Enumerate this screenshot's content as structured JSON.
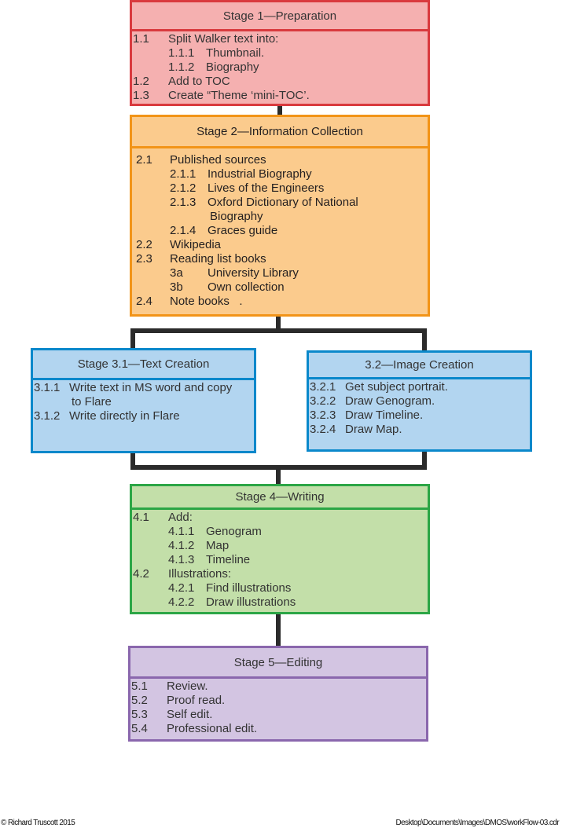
{
  "stages": {
    "s1": {
      "title": "Stage 1—Preparation",
      "color": "#d93a3e",
      "fill": "#f5b0b0",
      "items": [
        {
          "num": "1.1",
          "text": "Split Walker text into:"
        },
        {
          "num": "1.1.1",
          "text": "Thumbnail."
        },
        {
          "num": "1.1.2",
          "text": "Biography"
        },
        {
          "num": "1.2",
          "text": "Add to TOC"
        },
        {
          "num": "1.3",
          "text": "Create “Theme ‘mini-TOC’."
        }
      ]
    },
    "s2": {
      "title": "Stage 2—Information Collection",
      "color": "#f29418",
      "fill": "#fbcb8d",
      "items": [
        {
          "num": "2.1",
          "text": "Published sources"
        },
        {
          "num": "2.1.1",
          "text": "Industrial Biography"
        },
        {
          "num": "2.1.2",
          "text": "Lives of the Engineers"
        },
        {
          "num": "2.1.3",
          "text": "Oxford Dictionary of National",
          "cont": "Biography"
        },
        {
          "num": "2.1.4",
          "text": "Graces guide"
        },
        {
          "num": "2.2",
          "text": "Wikipedia"
        },
        {
          "num": "2.3",
          "text": "Reading list books"
        },
        {
          "num": "3a",
          "text": "University Library"
        },
        {
          "num": "3b",
          "text": "Own collection"
        },
        {
          "num": "2.4",
          "text": "Note books   ."
        }
      ]
    },
    "s31": {
      "title": "Stage 3.1—Text Creation",
      "color": "#0a88cb",
      "fill": "#b2d5f0",
      "items": [
        {
          "num": "3.1.1",
          "text": "Write text in MS word and copy",
          "cont": "to Flare"
        },
        {
          "num": "3.1.2",
          "text": "Write directly in Flare"
        }
      ]
    },
    "s32": {
      "title": "3.2—Image Creation",
      "color": "#0a88cb",
      "fill": "#b2d5f0",
      "items": [
        {
          "num": "3.2.1",
          "text": "Get subject portrait."
        },
        {
          "num": "3.2.2",
          "text": "Draw Genogram."
        },
        {
          "num": "3.2.3",
          "text": "Draw Timeline."
        },
        {
          "num": "3.2.4",
          "text": "Draw Map."
        }
      ]
    },
    "s4": {
      "title": "Stage 4—Writing",
      "color": "#2ca646",
      "fill": "#c3dfa9",
      "items": [
        {
          "num": "4.1",
          "text": "Add:"
        },
        {
          "num": "4.1.1",
          "text": "Genogram"
        },
        {
          "num": "4.1.2",
          "text": "Map"
        },
        {
          "num": "4.1.3",
          "text": "Timeline"
        },
        {
          "num": "4.2",
          "text": "Illustrations:"
        },
        {
          "num": "4.2.1",
          "text": "Find illustrations"
        },
        {
          "num": "4.2.2",
          "text": "Draw illustrations"
        }
      ]
    },
    "s5": {
      "title": "Stage 5—Editing",
      "color": "#8a67ad",
      "fill": "#d3c5e2",
      "items": [
        {
          "num": "5.1",
          "text": "Review."
        },
        {
          "num": "5.2",
          "text": "Proof read."
        },
        {
          "num": "5.3",
          "text": "Self edit."
        },
        {
          "num": "5.4",
          "text": "Professional edit."
        }
      ]
    }
  },
  "footer": {
    "copyright": "© Richard Truscott 2015",
    "filepath": "Desktop\\Documents\\Images\\DMOS\\workFlow-03.cdr"
  }
}
